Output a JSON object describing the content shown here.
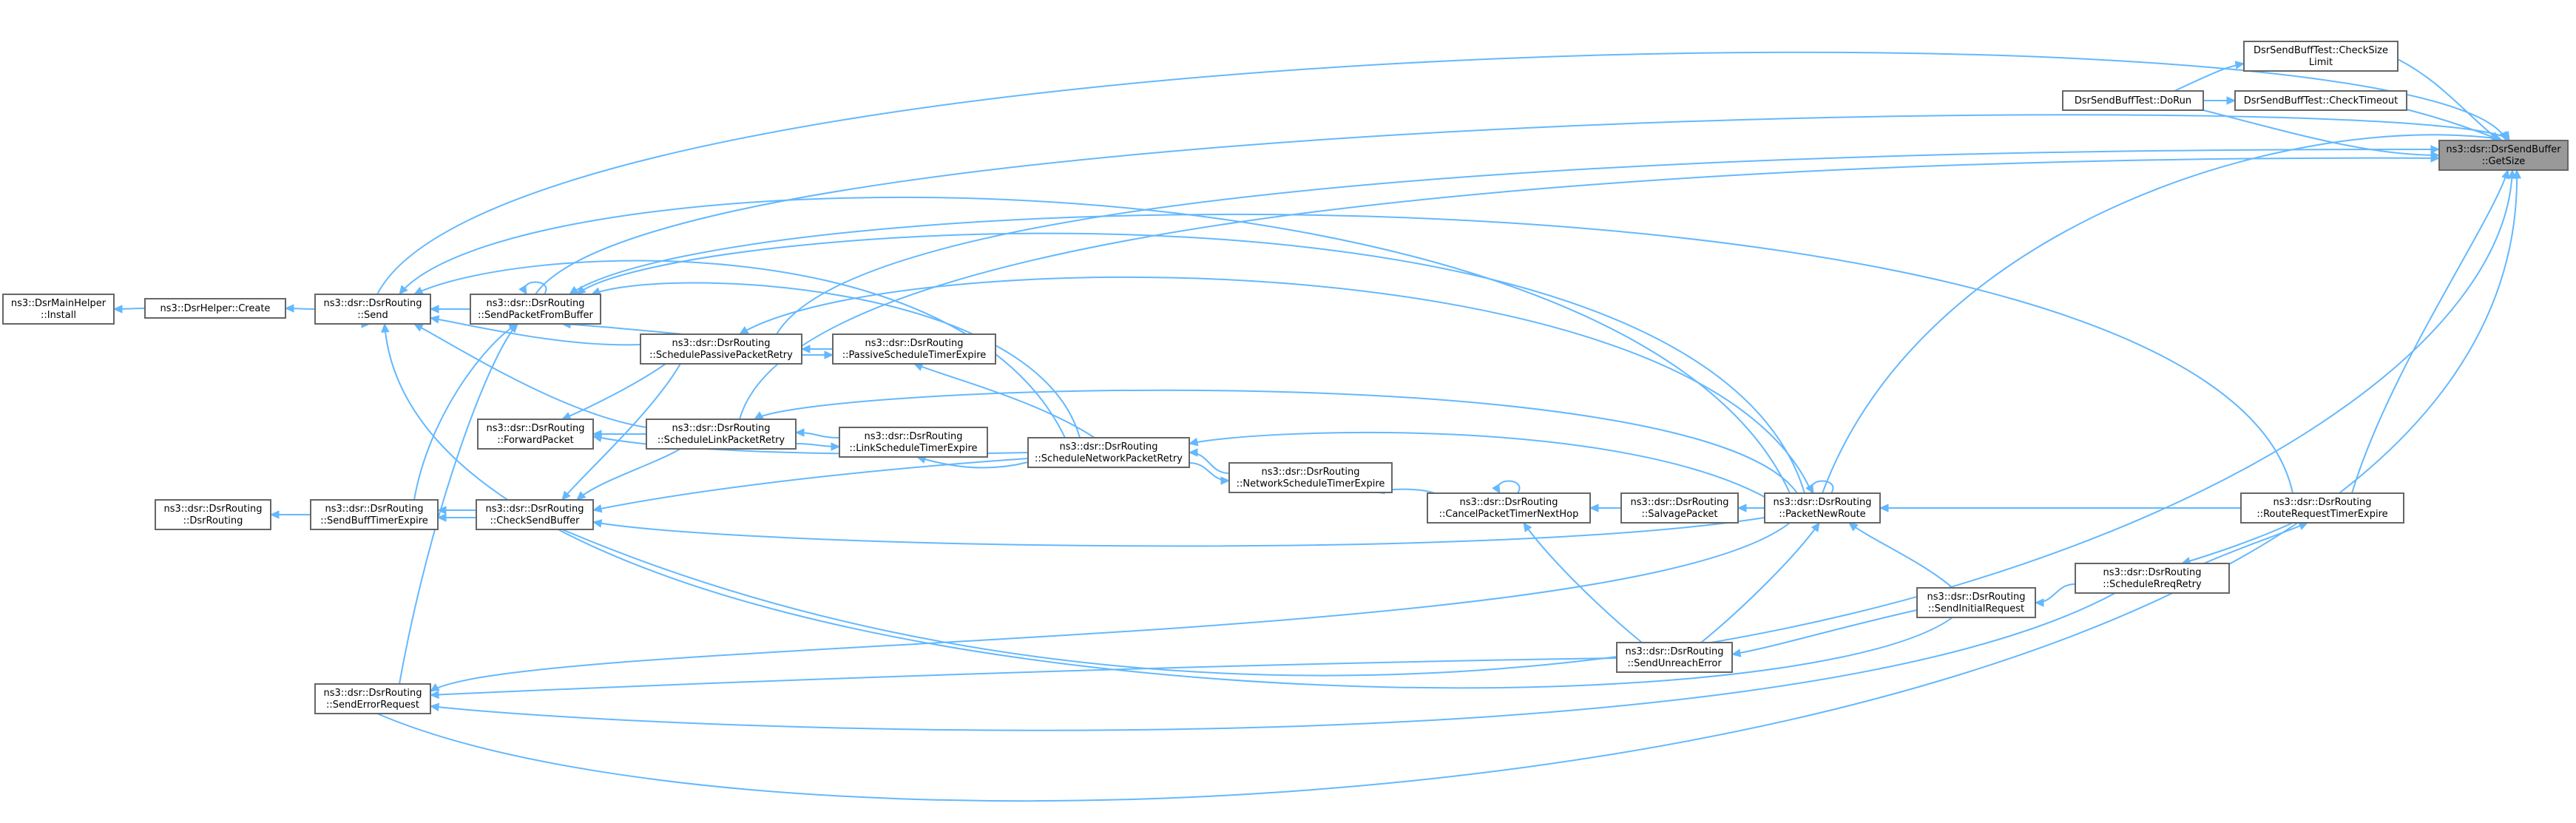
{
  "nodes": [
    {
      "id": "getsize",
      "lines": [
        "ns3::dsr::DsrSendBuffer",
        "::GetSize"
      ],
      "root": true
    },
    {
      "id": "checksize",
      "lines": [
        "DsrSendBuffTest::CheckSize",
        "Limit"
      ]
    },
    {
      "id": "checktimeout",
      "lines": [
        "DsrSendBuffTest::CheckTimeout"
      ]
    },
    {
      "id": "dorun",
      "lines": [
        "DsrSendBuffTest::DoRun"
      ]
    },
    {
      "id": "install",
      "lines": [
        "ns3::DsrMainHelper",
        "::Install"
      ]
    },
    {
      "id": "create",
      "lines": [
        "ns3::DsrHelper::Create"
      ]
    },
    {
      "id": "send",
      "lines": [
        "ns3::dsr::DsrRouting",
        "::Send"
      ]
    },
    {
      "id": "sendpacketfrombuffer",
      "lines": [
        "ns3::dsr::DsrRouting",
        "::SendPacketFromBuffer"
      ]
    },
    {
      "id": "schedulepassive",
      "lines": [
        "ns3::dsr::DsrRouting",
        "::SchedulePassivePacketRetry"
      ]
    },
    {
      "id": "passivetimer",
      "lines": [
        "ns3::dsr::DsrRouting",
        "::PassiveScheduleTimerExpire"
      ]
    },
    {
      "id": "forwardpacket",
      "lines": [
        "ns3::dsr::DsrRouting",
        "::ForwardPacket"
      ]
    },
    {
      "id": "schedulelink",
      "lines": [
        "ns3::dsr::DsrRouting",
        "::ScheduleLinkPacketRetry"
      ]
    },
    {
      "id": "linktimer",
      "lines": [
        "ns3::dsr::DsrRouting",
        "::LinkScheduleTimerExpire"
      ]
    },
    {
      "id": "schedulenetwork",
      "lines": [
        "ns3::dsr::DsrRouting",
        "::ScheduleNetworkPacketRetry"
      ]
    },
    {
      "id": "networktimer",
      "lines": [
        "ns3::dsr::DsrRouting",
        "::NetworkScheduleTimerExpire"
      ]
    },
    {
      "id": "dsrrouting",
      "lines": [
        "ns3::dsr::DsrRouting",
        "::DsrRouting"
      ]
    },
    {
      "id": "sendbufftimer",
      "lines": [
        "ns3::dsr::DsrRouting",
        "::SendBuffTimerExpire"
      ]
    },
    {
      "id": "checksendbuffer",
      "lines": [
        "ns3::dsr::DsrRouting",
        "::CheckSendBuffer"
      ]
    },
    {
      "id": "cancelpacket",
      "lines": [
        "ns3::dsr::DsrRouting",
        "::CancelPacketTimerNextHop"
      ]
    },
    {
      "id": "salvage",
      "lines": [
        "ns3::dsr::DsrRouting",
        "::SalvagePacket"
      ]
    },
    {
      "id": "packetnewroute",
      "lines": [
        "ns3::dsr::DsrRouting",
        "::PacketNewRoute"
      ]
    },
    {
      "id": "routerequesttimer",
      "lines": [
        "ns3::dsr::DsrRouting",
        "::RouteRequestTimerExpire"
      ]
    },
    {
      "id": "schedulerreq",
      "lines": [
        "ns3::dsr::DsrRouting",
        "::ScheduleRreqRetry"
      ]
    },
    {
      "id": "sendinitial",
      "lines": [
        "ns3::dsr::DsrRouting",
        "::SendInitialRequest"
      ]
    },
    {
      "id": "sendunreach",
      "lines": [
        "ns3::dsr::DsrRouting",
        "::SendUnreachError"
      ]
    },
    {
      "id": "senderror",
      "lines": [
        "ns3::dsr::DsrRouting",
        "::SendErrorRequest"
      ]
    }
  ]
}
